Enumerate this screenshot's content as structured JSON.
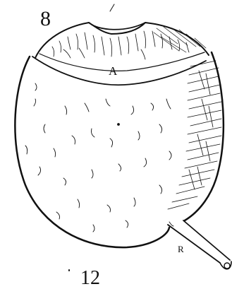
{
  "figure": {
    "number": "8",
    "label_a": "A",
    "label_r": "R",
    "plate_number": "12"
  },
  "colors": {
    "ink": "#111111",
    "paper": "#ffffff"
  }
}
